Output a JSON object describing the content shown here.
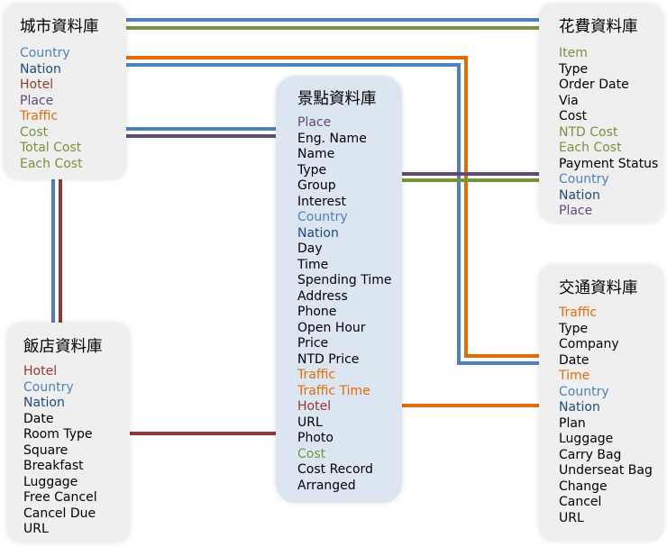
{
  "colors": {
    "blue": "#4f81bd",
    "navy": "#1f497d",
    "red": "#953735",
    "purple": "#604a7b",
    "orange": "#e36c09",
    "green": "#77933c",
    "black": "#000000",
    "box": "#efefef",
    "center_box": "#dce6f1"
  },
  "city_db": {
    "title": "城市資料庫",
    "fields": [
      {
        "text": "Country",
        "color": "blue"
      },
      {
        "text": "Nation",
        "color": "navy"
      },
      {
        "text": "Hotel",
        "color": "red"
      },
      {
        "text": "Place",
        "color": "purple"
      },
      {
        "text": "Traffic",
        "color": "orange"
      },
      {
        "text": "Cost",
        "color": "green"
      },
      {
        "text": "Total Cost",
        "color": "green"
      },
      {
        "text": "Each Cost",
        "color": "green"
      }
    ]
  },
  "hotel_db": {
    "title": "飯店資料庫",
    "fields": [
      {
        "text": "Hotel",
        "color": "red"
      },
      {
        "text": "Country",
        "color": "blue"
      },
      {
        "text": "Nation",
        "color": "navy"
      },
      {
        "text": "Date",
        "color": "black"
      },
      {
        "text": "Room Type",
        "color": "black"
      },
      {
        "text": "Square",
        "color": "black"
      },
      {
        "text": "Breakfast",
        "color": "black"
      },
      {
        "text": "Luggage",
        "color": "black"
      },
      {
        "text": "Free Cancel",
        "color": "black"
      },
      {
        "text": "Cancel Due",
        "color": "black"
      },
      {
        "text": "URL",
        "color": "black"
      }
    ]
  },
  "place_db": {
    "title": "景點資料庫",
    "fields": [
      {
        "text": "Place",
        "color": "purple"
      },
      {
        "text": "Eng. Name",
        "color": "black"
      },
      {
        "text": "Name",
        "color": "black"
      },
      {
        "text": "Type",
        "color": "black"
      },
      {
        "text": "Group",
        "color": "black"
      },
      {
        "text": "Interest",
        "color": "black"
      },
      {
        "text": "Country",
        "color": "blue"
      },
      {
        "text": "Nation",
        "color": "navy"
      },
      {
        "text": "Day",
        "color": "black"
      },
      {
        "text": "Time",
        "color": "black"
      },
      {
        "text": "Spending Time",
        "color": "black"
      },
      {
        "text": "Address",
        "color": "black"
      },
      {
        "text": "Phone",
        "color": "black"
      },
      {
        "text": "Open Hour",
        "color": "black"
      },
      {
        "text": "Price",
        "color": "black"
      },
      {
        "text": "NTD Price",
        "color": "black"
      },
      {
        "text": "Traffic",
        "color": "orange"
      },
      {
        "text": "Traffic Time",
        "color": "orange"
      },
      {
        "text": "Hotel",
        "color": "red"
      },
      {
        "text": "URL",
        "color": "black"
      },
      {
        "text": "Photo",
        "color": "black"
      },
      {
        "text": "Cost",
        "color": "green"
      },
      {
        "text": "Cost Record",
        "color": "black"
      },
      {
        "text": "Arranged",
        "color": "black"
      }
    ]
  },
  "expense_db": {
    "title": "花費資料庫",
    "fields": [
      {
        "text": "Item",
        "color": "green"
      },
      {
        "text": "Type",
        "color": "black"
      },
      {
        "text": "Order Date",
        "color": "black"
      },
      {
        "text": "Via",
        "color": "black"
      },
      {
        "text": "Cost",
        "color": "black"
      },
      {
        "text": "NTD Cost",
        "color": "green"
      },
      {
        "text": "Each Cost",
        "color": "green"
      },
      {
        "text": "Payment Status",
        "color": "black"
      },
      {
        "text": "Country",
        "color": "blue"
      },
      {
        "text": "Nation",
        "color": "navy"
      },
      {
        "text": "Place",
        "color": "purple"
      }
    ]
  },
  "traffic_db": {
    "title": "交通資料庫",
    "fields": [
      {
        "text": "Traffic",
        "color": "orange"
      },
      {
        "text": "Type",
        "color": "black"
      },
      {
        "text": "Company",
        "color": "black"
      },
      {
        "text": "Date",
        "color": "black"
      },
      {
        "text": "Time",
        "color": "orange"
      },
      {
        "text": "Country",
        "color": "blue"
      },
      {
        "text": "Nation",
        "color": "navy"
      },
      {
        "text": "Plan",
        "color": "black"
      },
      {
        "text": "Luggage",
        "color": "black"
      },
      {
        "text": "Carry Bag",
        "color": "black"
      },
      {
        "text": "Underseat Bag",
        "color": "black"
      },
      {
        "text": "Change",
        "color": "black"
      },
      {
        "text": "Cancel",
        "color": "black"
      },
      {
        "text": "URL",
        "color": "black"
      }
    ]
  },
  "links": [
    {
      "from": "city_db",
      "to": "expense_db",
      "color": "blue"
    },
    {
      "from": "city_db",
      "to": "expense_db",
      "color": "green"
    },
    {
      "from": "city_db",
      "to": "traffic_db",
      "color": "orange"
    },
    {
      "from": "city_db",
      "to": "traffic_db",
      "color": "blue"
    },
    {
      "from": "city_db",
      "to": "place_db",
      "color": "blue"
    },
    {
      "from": "city_db",
      "to": "place_db",
      "color": "purple"
    },
    {
      "from": "city_db",
      "to": "hotel_db",
      "color": "blue"
    },
    {
      "from": "city_db",
      "to": "hotel_db",
      "color": "red"
    },
    {
      "from": "place_db",
      "to": "expense_db",
      "color": "purple"
    },
    {
      "from": "place_db",
      "to": "expense_db",
      "color": "green"
    },
    {
      "from": "place_db",
      "to": "traffic_db",
      "color": "orange"
    },
    {
      "from": "hotel_db",
      "to": "place_db",
      "color": "red"
    }
  ]
}
